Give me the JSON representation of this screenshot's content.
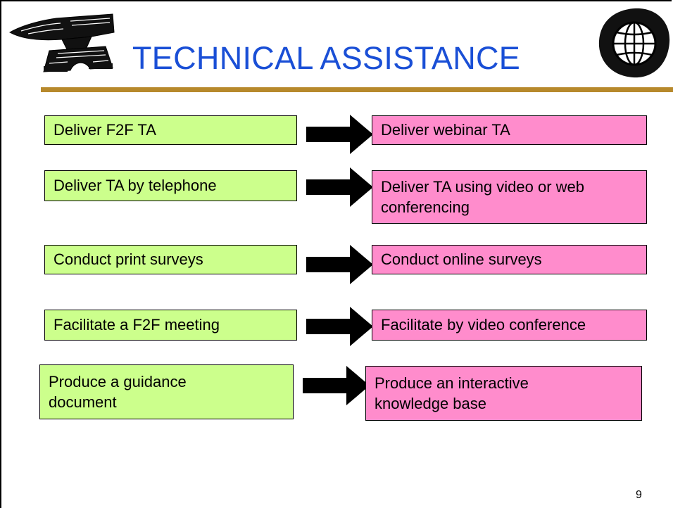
{
  "slide": {
    "title": "TECHNICAL ASSISTANCE",
    "page_number": "9",
    "colors": {
      "title": "#1a4fd6",
      "rule": "#b7892c",
      "left_box": "#ccff8c",
      "right_box": "#ff8ccc",
      "arrow": "#000000"
    },
    "icons": [
      "anvil-icon",
      "globe-icon",
      "right-arrow-icon"
    ],
    "rows": [
      {
        "from": "Deliver F2F TA",
        "to": "Deliver webinar TA"
      },
      {
        "from": "Deliver TA by telephone",
        "to": "Deliver TA using video or web conferencing"
      },
      {
        "from": "Conduct print surveys",
        "to": "Conduct online surveys"
      },
      {
        "from": "Facilitate a F2F meeting",
        "to": "Facilitate by video conference"
      },
      {
        "from": "Produce a guidance document",
        "to": "Produce an interactive knowledge base"
      }
    ]
  }
}
